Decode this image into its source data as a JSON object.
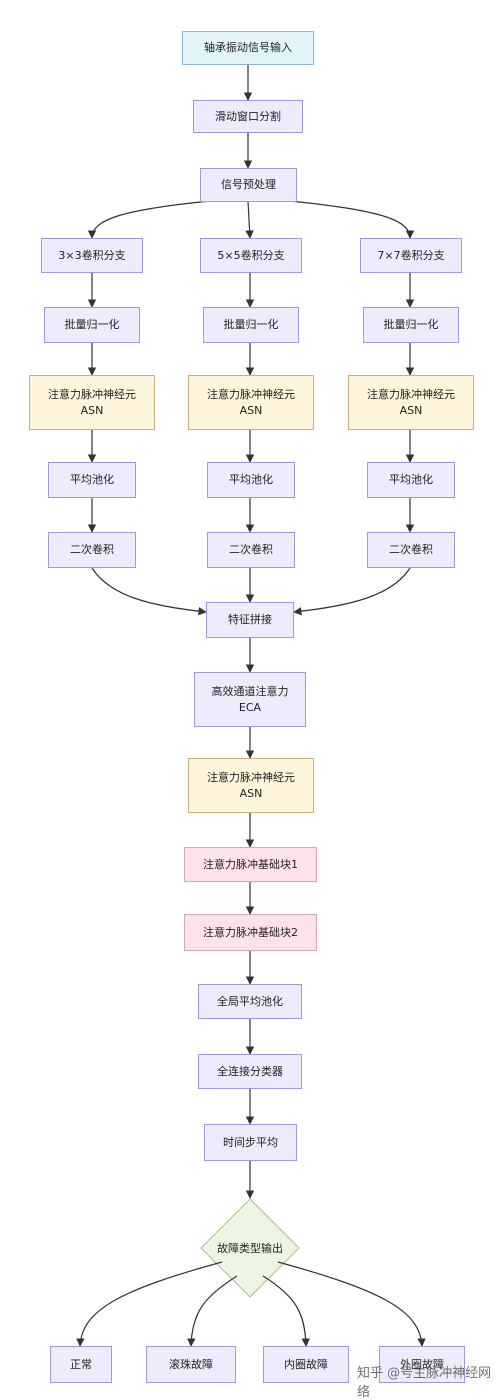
{
  "nodes": {
    "input": "轴承振动信号输入",
    "window": "滑动窗口分割",
    "preprocess": "信号预处理",
    "branch3": "3×3卷积分支",
    "branch5": "5×5卷积分支",
    "branch7": "7×7卷积分支",
    "bn3": "批量归一化",
    "bn5": "批量归一化",
    "bn7": "批量归一化",
    "asn3": "注意力脉冲神经元\nASN",
    "asn5": "注意力脉冲神经元\nASN",
    "asn7": "注意力脉冲神经元\nASN",
    "pool3": "平均池化",
    "pool5": "平均池化",
    "pool7": "平均池化",
    "conv3": "二次卷积",
    "conv5": "二次卷积",
    "conv7": "二次卷积",
    "concat": "特征拼接",
    "eca": "高效通道注意力\nECA",
    "asn_main": "注意力脉冲神经元\nASN",
    "block1": "注意力脉冲基础块1",
    "block2": "注意力脉冲基础块2",
    "gap": "全局平均池化",
    "fc": "全连接分类器",
    "timeavg": "时间步平均",
    "decision": "故障类型输出",
    "normal": "正常",
    "ball": "滚珠故障",
    "inner": "内圈故障",
    "outer": "外圈故障"
  },
  "watermark": "知乎 @号主脉冲神经网络",
  "colors": {
    "standard": "#ececfc",
    "input": "#e1f5fb",
    "asn": "#fff4dc",
    "block": "#fde3e9",
    "decision": "#edf6e2",
    "edge": "#333333"
  }
}
